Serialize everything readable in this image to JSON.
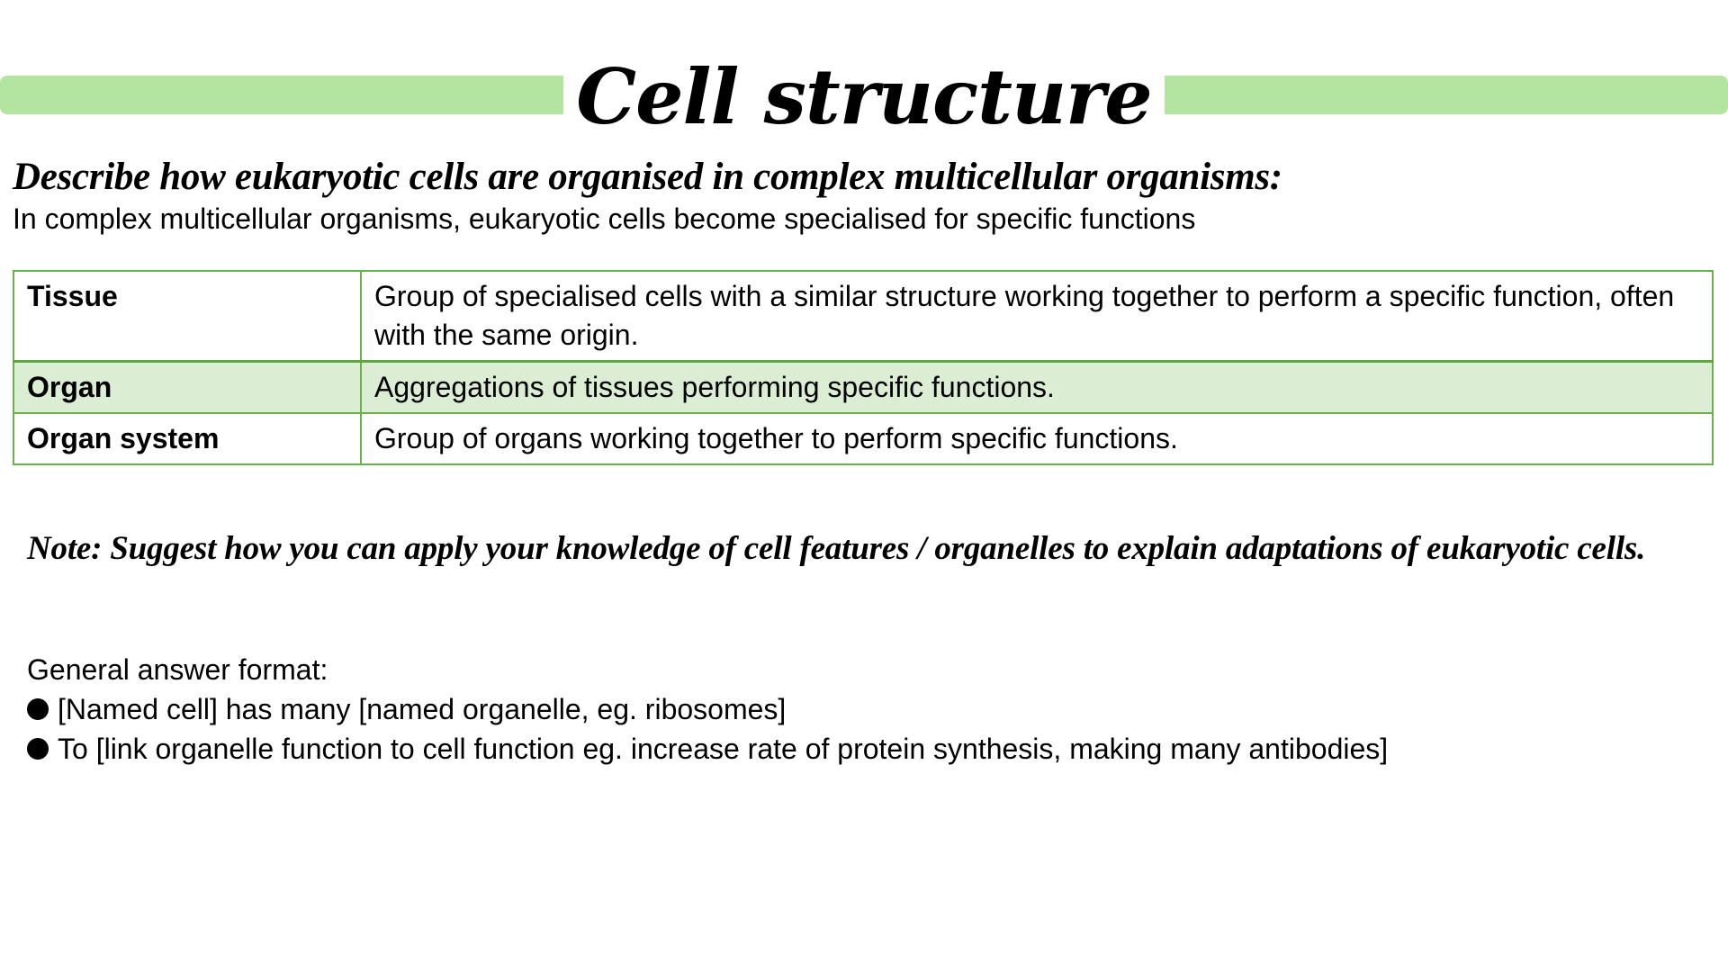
{
  "slide": {
    "title": "Cell structure",
    "accent_color": "#b3e5a1",
    "table_border_color": "#6ab04c",
    "shaded_row_color": "#dbeed3"
  },
  "heading": "Describe how eukaryotic cells are organised in complex multicellular organisms:",
  "subtitle": "In complex multicellular organisms, eukaryotic cells become specialised for specific functions",
  "definitions": [
    {
      "term": "Tissue",
      "definition": "Group of specialised cells with a similar structure working together to perform a specific function, often with the same origin."
    },
    {
      "term": "Organ",
      "definition": "Aggregations of tissues performing specific functions."
    },
    {
      "term": "Organ system",
      "definition": "Group of organs working together to perform specific functions."
    }
  ],
  "note": "Note: Suggest how you can apply your knowledge of cell features / organelles to explain adaptations of eukaryotic cells.",
  "answer_format": {
    "label": "General answer format:",
    "bullets": [
      "[Named cell] has many [named organelle, eg. ribosomes]",
      "To [link organelle function to cell function eg. increase rate of protein synthesis, making many antibodies]"
    ]
  }
}
